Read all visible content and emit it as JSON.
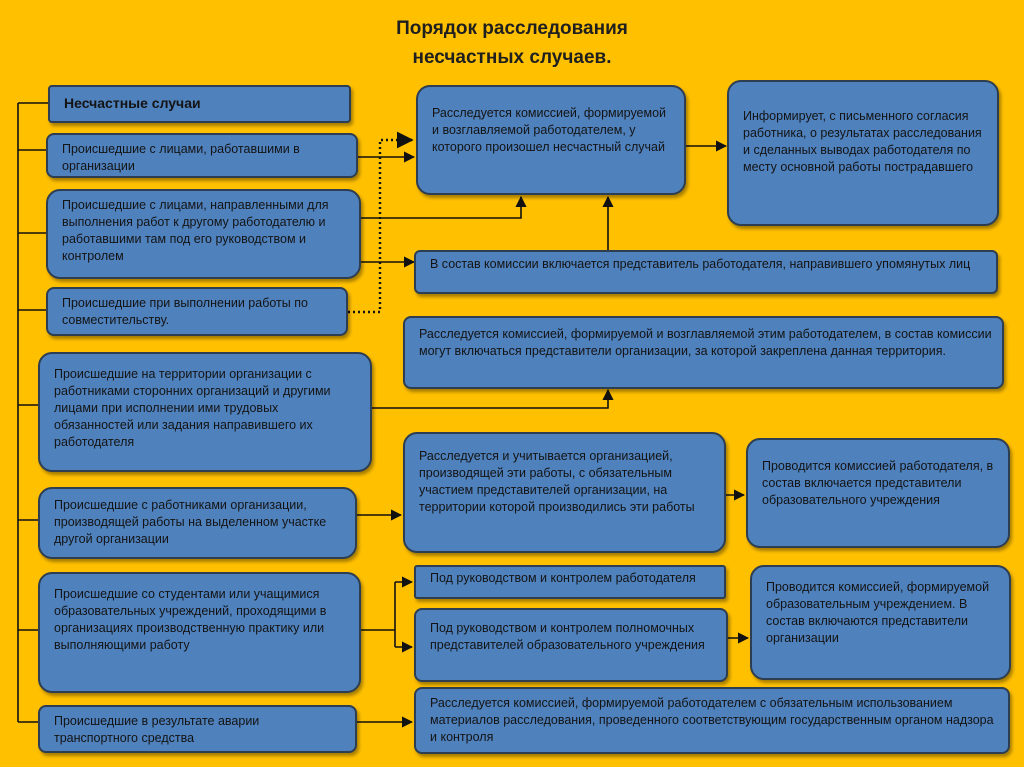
{
  "title": "Порядок расследования\nнесчастных случаев.",
  "cases": {
    "header": "Несчастные случаи",
    "c1": "Происшедшие с лицами, работавшими в организации",
    "c2": "Происшедшие с лицами, направленными для выполнения работ к другому работодателю и работавшими там под его руководством и контролем",
    "c3": "Происшедшие при выполнении работы по совместительству.",
    "c4": "Происшедшие на территории организации с работниками сторонних организаций и другими лицами при исполнении ими трудовых обязанностей или задания направившего их работодателя",
    "c5": "Происшедшие с работниками организации, производящей работы на выделенном участке другой организации",
    "c6": "Происшедшие со студентами или учащимися образовательных учреждений, проходящими в организациях производственную практику или выполняющими работу",
    "c7": "Происшедшие в результате аварии транспортного средства"
  },
  "actions": {
    "a1": "Расследуется комиссией, формируемой и возглавляемой работодателем, у которого произошел несчастный случай",
    "a2": "Информирует, с письменного согласия работника, о результатах расследования и сделанных выводах работодателя по месту основной работы пострадавшего",
    "a3": "В состав комиссии включается представитель работодателя, направившего упомянутых лиц",
    "a4": "Расследуется комиссией, формируемой и возглавляемой этим работодателем, в состав комиссии могут включаться представители организации, за которой закреплена данная территория.",
    "a5": "Расследуется и учитывается организацией, производящей эти работы, с обязательным участием представителей организации, на территории которой производились эти работы",
    "a6": "Проводится комиссией работодателя, в состав включается представители образовательного учреждения",
    "a7": "Под руководством и контролем работодателя",
    "a8": "Под руководством и контролем полномочных представителей образовательного учреждения",
    "a9": "Проводится комиссией, формируемой образовательным учреждением. В состав включаются представители организации",
    "a10": "Расследуется комиссией, формируемой работодателем с обязательным использованием материалов расследования, проведенного соответствующим государственным органом надзора и контроля"
  },
  "colors": {
    "background": "#FFC000",
    "box_fill": "#4F81BD",
    "box_border": "#2d3e52",
    "connector": "#111111"
  }
}
